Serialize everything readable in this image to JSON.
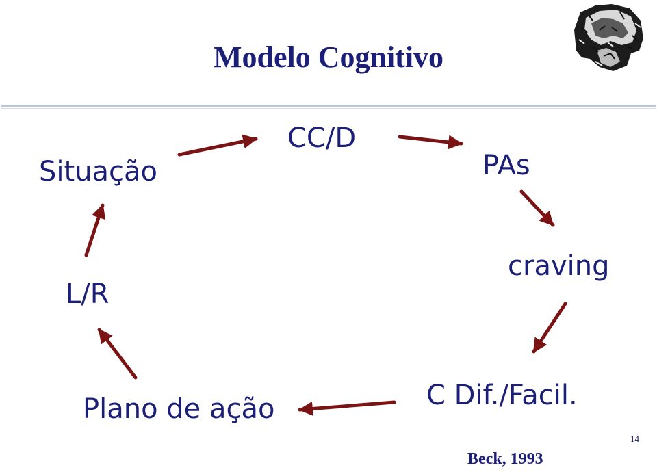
{
  "title": "Modelo Cognitivo",
  "nodes": {
    "situacao": "Situação",
    "ccd": "CC/D",
    "pas": "PAs",
    "craving": "craving",
    "cdif": "C Dif./Facil.",
    "plano": "Plano de ação",
    "lr": "L/R"
  },
  "citation": "Beck, 1993",
  "page_number": "14",
  "colors": {
    "title": "#1b1f78",
    "text": "#1b1f78",
    "arrow": "#7a1414",
    "rule": "#b9c3dc"
  },
  "logo_icon": "engraved-face-logo"
}
